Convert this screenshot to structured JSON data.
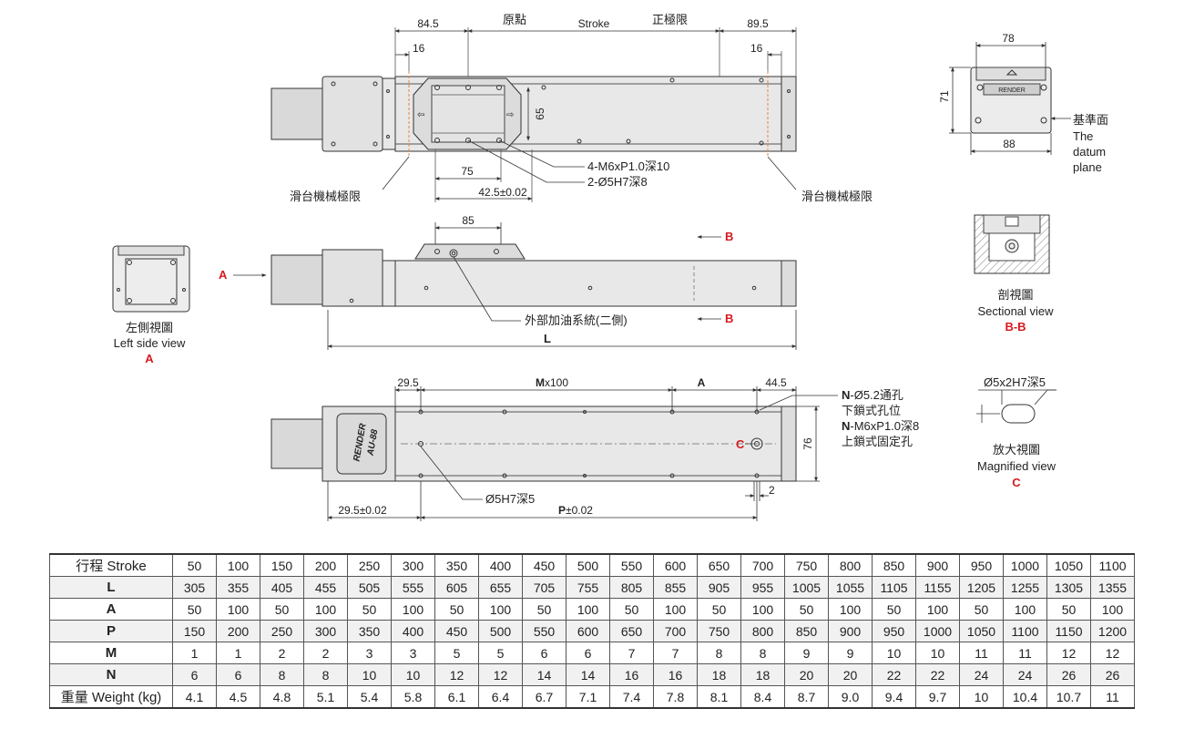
{
  "top_view": {
    "dim_left": "84.5",
    "label_origin": "原點",
    "label_stroke": "Stroke",
    "label_positive_limit": "正極限",
    "dim_right": "89.5",
    "dim_16_left": "16",
    "dim_16_right": "16",
    "dim_65": "65",
    "dim_75": "75",
    "dim_42_5": "42.5±0.02",
    "callout_m6": "4-M6xP1.0深10",
    "callout_pin": "2-Ø5H7深8",
    "label_mech_limit_left": "滑台機械極限",
    "label_mech_limit_right": "滑台機械極限"
  },
  "end_view": {
    "dim_78": "78",
    "dim_71": "71",
    "dim_88": "88",
    "brand_plate": "RENDER",
    "datum_cn": "基準面",
    "datum_en_1": "The",
    "datum_en_2": "datum",
    "datum_en_3": "plane"
  },
  "side_view": {
    "dim_85": "85",
    "marker_a": "A",
    "marker_b_top": "B",
    "marker_b_bottom": "B",
    "callout_oil": "外部加油系統(二側)",
    "dim_l": "L"
  },
  "left_side_view": {
    "title_cn": "左側視圖",
    "title_en": "Left side view",
    "marker": "A"
  },
  "sectional_view": {
    "title_cn": "剖視圖",
    "title_en": "Sectional view",
    "marker": "B-B"
  },
  "bottom_view": {
    "dim_29_5": "29.5",
    "dim_m_bold": "M",
    "dim_m_rest": "x100",
    "dim_a": "A",
    "dim_44_5": "44.5",
    "note1_bold": "N",
    "note1_rest": "-Ø5.2通孔",
    "note2": "下鎖式孔位",
    "note3_bold": "N",
    "note3_rest": "-M6xP1.0深8",
    "note4": "上鎖式固定孔",
    "marker_c": "C",
    "dim_76": "76",
    "dim_2": "2",
    "callout_pin": "Ø5H7深5",
    "dim_29_5_tol": "29.5±0.02",
    "dim_p_bold": "P",
    "dim_p_rest": "±0.02",
    "cover_text_1": "RENDER",
    "cover_text_2": "AU-88"
  },
  "magnified_view": {
    "slot_label": "Ø5x2H7深5",
    "title_cn": "放大視圖",
    "title_en": "Magnified view",
    "marker": "C"
  },
  "table": {
    "rows": [
      {
        "label": "行程  Stroke",
        "bold": false,
        "values": [
          "50",
          "100",
          "150",
          "200",
          "250",
          "300",
          "350",
          "400",
          "450",
          "500",
          "550",
          "600",
          "650",
          "700",
          "750",
          "800",
          "850",
          "900",
          "950",
          "1000",
          "1050",
          "1100"
        ]
      },
      {
        "label": "L",
        "bold": true,
        "values": [
          "305",
          "355",
          "405",
          "455",
          "505",
          "555",
          "605",
          "655",
          "705",
          "755",
          "805",
          "855",
          "905",
          "955",
          "1005",
          "1055",
          "1105",
          "1155",
          "1205",
          "1255",
          "1305",
          "1355"
        ]
      },
      {
        "label": "A",
        "bold": true,
        "values": [
          "50",
          "100",
          "50",
          "100",
          "50",
          "100",
          "50",
          "100",
          "50",
          "100",
          "50",
          "100",
          "50",
          "100",
          "50",
          "100",
          "50",
          "100",
          "50",
          "100",
          "50",
          "100"
        ]
      },
      {
        "label": "P",
        "bold": true,
        "values": [
          "150",
          "200",
          "250",
          "300",
          "350",
          "400",
          "450",
          "500",
          "550",
          "600",
          "650",
          "700",
          "750",
          "800",
          "850",
          "900",
          "950",
          "1000",
          "1050",
          "1100",
          "1150",
          "1200"
        ]
      },
      {
        "label": "M",
        "bold": true,
        "values": [
          "1",
          "1",
          "2",
          "2",
          "3",
          "3",
          "5",
          "5",
          "6",
          "6",
          "7",
          "7",
          "8",
          "8",
          "9",
          "9",
          "10",
          "10",
          "11",
          "11",
          "12",
          "12"
        ]
      },
      {
        "label": "N",
        "bold": true,
        "values": [
          "6",
          "6",
          "8",
          "8",
          "10",
          "10",
          "12",
          "12",
          "14",
          "14",
          "16",
          "16",
          "18",
          "18",
          "20",
          "20",
          "22",
          "22",
          "24",
          "24",
          "26",
          "26"
        ]
      },
      {
        "label": "重量 Weight (kg)",
        "bold": false,
        "values": [
          "4.1",
          "4.5",
          "4.8",
          "5.1",
          "5.4",
          "5.8",
          "6.1",
          "6.4",
          "6.7",
          "7.1",
          "7.4",
          "7.8",
          "8.1",
          "8.4",
          "8.7",
          "9.0",
          "9.4",
          "9.7",
          "10",
          "10.4",
          "10.7",
          "11"
        ]
      }
    ]
  },
  "colors": {
    "accent_red": "#d71920",
    "limit_orange": "#e8833a",
    "body_fill": "#e6e6e6",
    "line": "#333333"
  }
}
